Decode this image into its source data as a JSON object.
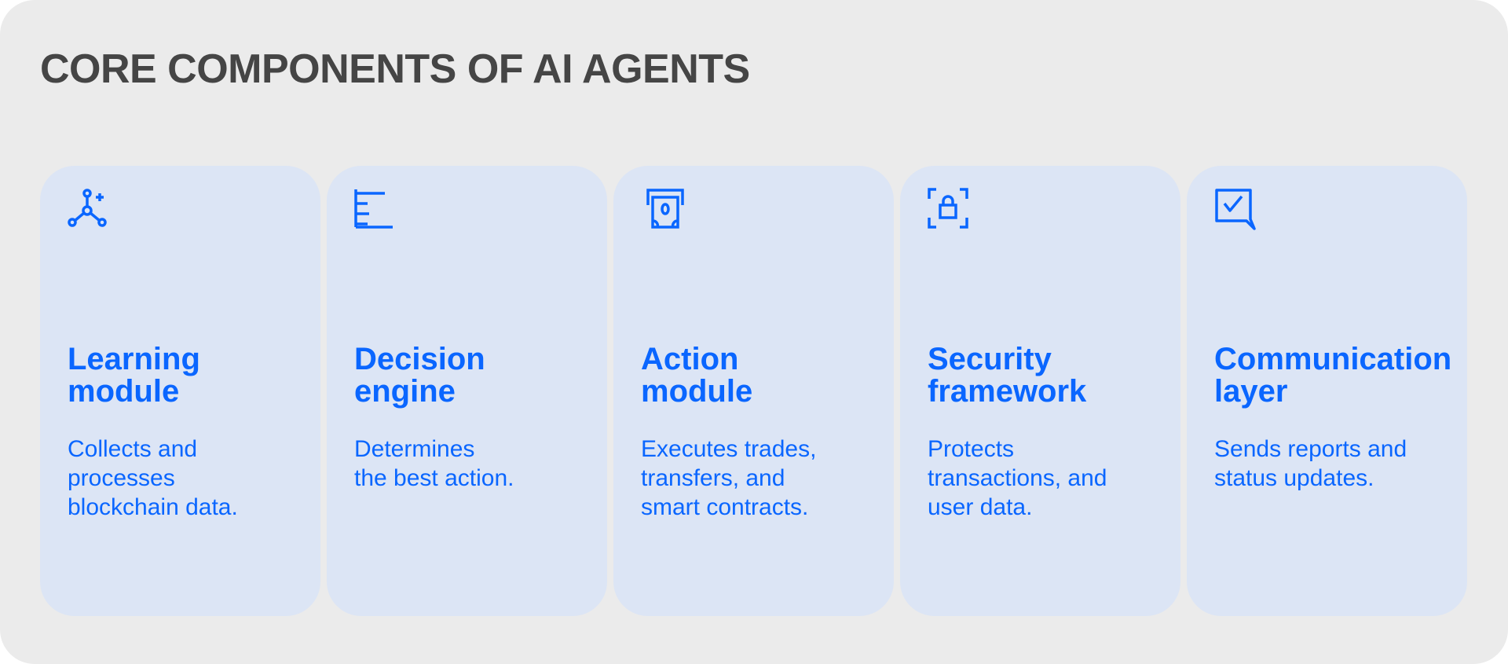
{
  "title": "CORE COMPONENTS OF AI AGENTS",
  "accent_color": "#0a66ff",
  "cards": [
    {
      "icon": "network-plus-icon",
      "heading_1": "Learning",
      "heading_2": "module",
      "text": [
        "Collects and",
        "processes",
        "blockchain data."
      ]
    },
    {
      "icon": "list-bars-icon",
      "heading_1": "Decision",
      "heading_2": "engine",
      "text": [
        "Determines",
        "the best action."
      ]
    },
    {
      "icon": "cash-dispense-icon",
      "heading_1": "Action",
      "heading_2": "module",
      "text": [
        "Executes trades,",
        "transfers, and",
        "smart contracts."
      ]
    },
    {
      "icon": "lock-frame-icon",
      "heading_1": "Security",
      "heading_2": "framework",
      "text": [
        "Protects",
        "transactions, and",
        "user data."
      ]
    },
    {
      "icon": "chat-check-icon",
      "heading_1": "Communication",
      "heading_2": "layer",
      "text": [
        "Sends reports and",
        "status updates."
      ]
    }
  ]
}
